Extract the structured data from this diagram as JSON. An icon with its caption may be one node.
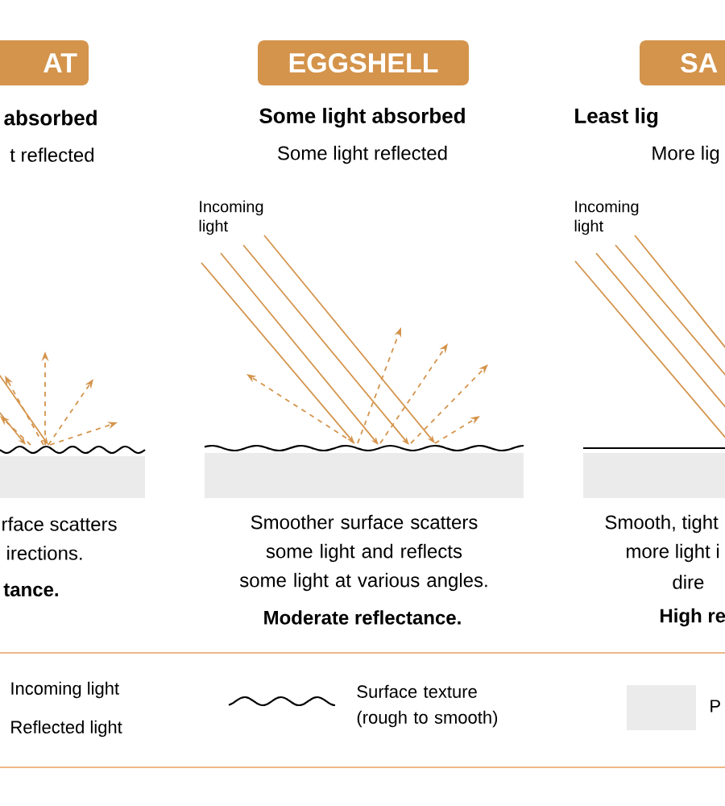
{
  "diagram": {
    "nodes": [
      {
        "text": [
          "AT"
        ]
      },
      {
        "text": [
          "EGGSHELL"
        ]
      },
      {
        "text": [
          "SA"
        ]
      }
    ],
    "labels": [
      "absorbed",
      "t reflected",
      "Some light absorbed",
      "Some light reflected",
      "Least lig",
      "More lig",
      "Incoming light",
      "Incoming light",
      "rface scatters",
      "irections.",
      "tance.",
      "Smoother surface scatters some light and reflects some light at various angles.",
      "Moderate reflectance.",
      "Smooth, tight",
      "more light i",
      "dire",
      "High re"
    ],
    "legend": [
      {
        "text": "Incoming light"
      },
      {
        "text": "Reflected light"
      },
      {
        "text": "Surface texture (rough to smooth)"
      },
      {
        "text": "P",
        "color": "#ebebeb"
      }
    ]
  }
}
